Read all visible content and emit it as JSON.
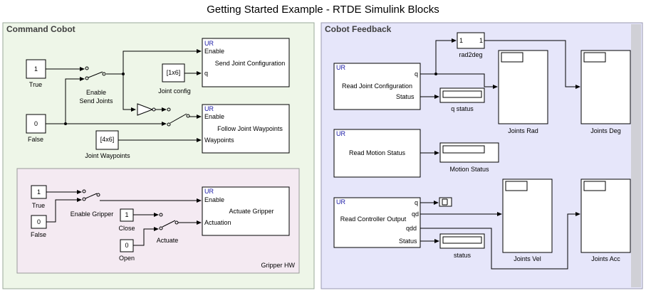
{
  "title": "Getting Started Example - RTDE Simulink Blocks",
  "colors": {
    "command_area": "#eef6e8",
    "feedback_area": "#e6e6fa",
    "gripper_area": "#f4eaf2",
    "ur_text": "#1a1aa6"
  },
  "command": {
    "area_title": "Command Cobot",
    "const_true": {
      "value": "1",
      "label": "True"
    },
    "const_false": {
      "value": "0",
      "label": "False"
    },
    "switch_label": "Enable\nSend Joints",
    "joint_config": {
      "value": "[1x6]",
      "label": "Joint config"
    },
    "joint_waypoints": {
      "value": "[4x6]",
      "label": "Joint Waypoints"
    },
    "send_joint": {
      "ur": "UR",
      "port_enable": "Enable",
      "port_q": "q",
      "name": "Send Joint Configuration"
    },
    "follow_joint": {
      "ur": "UR",
      "port_enable": "Enable",
      "port_waypoints": "Waypoints",
      "name": "Follow Joint Waypoints"
    },
    "gripper": {
      "area_title": "Gripper HW",
      "const_true": {
        "value": "1",
        "label": "True"
      },
      "const_false": {
        "value": "0",
        "label": "False"
      },
      "enable_switch_label": "Enable Gripper",
      "close": {
        "value": "1",
        "label": "Close"
      },
      "open": {
        "value": "0",
        "label": "Open"
      },
      "actuate_switch_label": "Actuate",
      "block": {
        "ur": "UR",
        "port_enable": "Enable",
        "port_actuation": "Actuation",
        "name": "Actuate Gripper"
      }
    }
  },
  "feedback": {
    "area_title": "Cobot Feedback",
    "read_joint": {
      "ur": "UR",
      "port_q": "q",
      "port_status": "Status",
      "name": "Read Joint Configuration"
    },
    "rad2deg": {
      "label": "rad2deg",
      "in": "1",
      "out": "1"
    },
    "q_status_label": "q status",
    "joints_rad": "Joints Rad",
    "joints_deg": "Joints Deg",
    "read_motion": {
      "ur": "UR",
      "name": "Read Motion Status"
    },
    "motion_status_label": "Motion Status",
    "read_controller": {
      "ur": "UR",
      "port_q": "q",
      "port_qd": "qd",
      "port_qdd": "qdd",
      "port_status": "Status",
      "name": "Read Controller Output"
    },
    "status_label": "status",
    "joints_vel": "Joints Vel",
    "joints_acc": "Joints Acc"
  }
}
